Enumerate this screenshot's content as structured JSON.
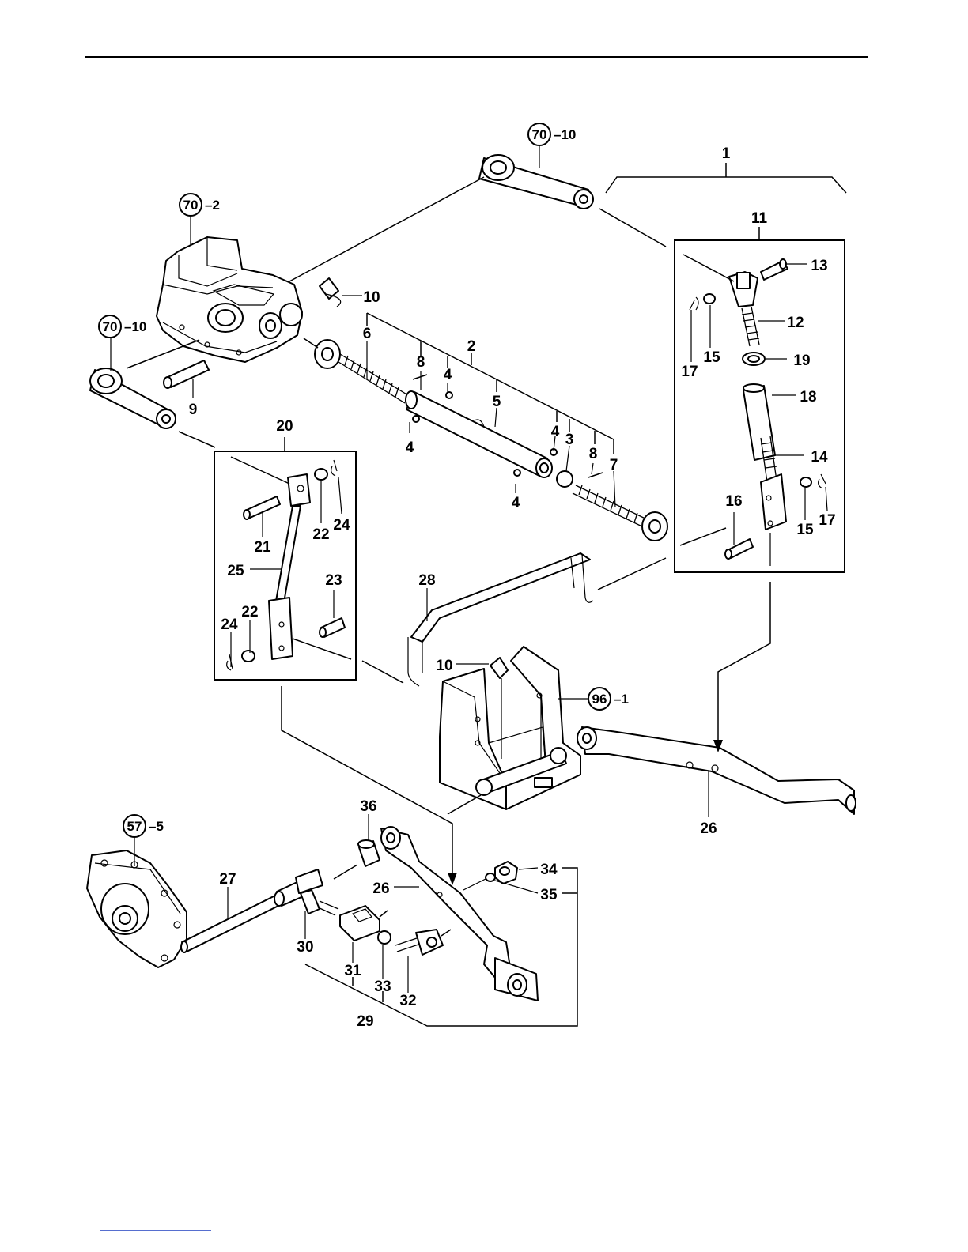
{
  "diagram": {
    "type": "exploded parts diagram",
    "refs": [
      {
        "id": "ref-70-10-top",
        "circle": "70",
        "suffix": "–10"
      },
      {
        "id": "ref-70-2",
        "circle": "70",
        "suffix": "–2"
      },
      {
        "id": "ref-70-10-left",
        "circle": "70",
        "suffix": "–10"
      },
      {
        "id": "ref-96-1",
        "circle": "96",
        "suffix": "–1"
      },
      {
        "id": "ref-57-5",
        "circle": "57",
        "suffix": "–5"
      }
    ],
    "callouts": [
      {
        "id": "c1",
        "text": "1"
      },
      {
        "id": "c11",
        "text": "11"
      },
      {
        "id": "c13",
        "text": "13"
      },
      {
        "id": "c12",
        "text": "12"
      },
      {
        "id": "c15a",
        "text": "15"
      },
      {
        "id": "c17a",
        "text": "17"
      },
      {
        "id": "c19",
        "text": "19"
      },
      {
        "id": "c18",
        "text": "18"
      },
      {
        "id": "c14",
        "text": "14"
      },
      {
        "id": "c16",
        "text": "16"
      },
      {
        "id": "c15b",
        "text": "15"
      },
      {
        "id": "c17b",
        "text": "17"
      },
      {
        "id": "c10a",
        "text": "10"
      },
      {
        "id": "c9",
        "text": "9"
      },
      {
        "id": "c6",
        "text": "6"
      },
      {
        "id": "c2",
        "text": "2"
      },
      {
        "id": "c8a",
        "text": "8"
      },
      {
        "id": "c4a",
        "text": "4"
      },
      {
        "id": "c5",
        "text": "5"
      },
      {
        "id": "c4b",
        "text": "4"
      },
      {
        "id": "c4c",
        "text": "4"
      },
      {
        "id": "c3",
        "text": "3"
      },
      {
        "id": "c8b",
        "text": "8"
      },
      {
        "id": "c7",
        "text": "7"
      },
      {
        "id": "c4d",
        "text": "4"
      },
      {
        "id": "c20",
        "text": "20"
      },
      {
        "id": "c21",
        "text": "21"
      },
      {
        "id": "c22a",
        "text": "22"
      },
      {
        "id": "c24a",
        "text": "24"
      },
      {
        "id": "c25",
        "text": "25"
      },
      {
        "id": "c23",
        "text": "23"
      },
      {
        "id": "c24b",
        "text": "24"
      },
      {
        "id": "c22b",
        "text": "22"
      },
      {
        "id": "c28",
        "text": "28"
      },
      {
        "id": "c10b",
        "text": "10"
      },
      {
        "id": "c26a",
        "text": "26"
      },
      {
        "id": "c36",
        "text": "36"
      },
      {
        "id": "c27",
        "text": "27"
      },
      {
        "id": "c26b",
        "text": "26"
      },
      {
        "id": "c34",
        "text": "34"
      },
      {
        "id": "c35",
        "text": "35"
      },
      {
        "id": "c30",
        "text": "30"
      },
      {
        "id": "c31",
        "text": "31"
      },
      {
        "id": "c33",
        "text": "33"
      },
      {
        "id": "c32",
        "text": "32"
      },
      {
        "id": "c29",
        "text": "29"
      }
    ]
  }
}
